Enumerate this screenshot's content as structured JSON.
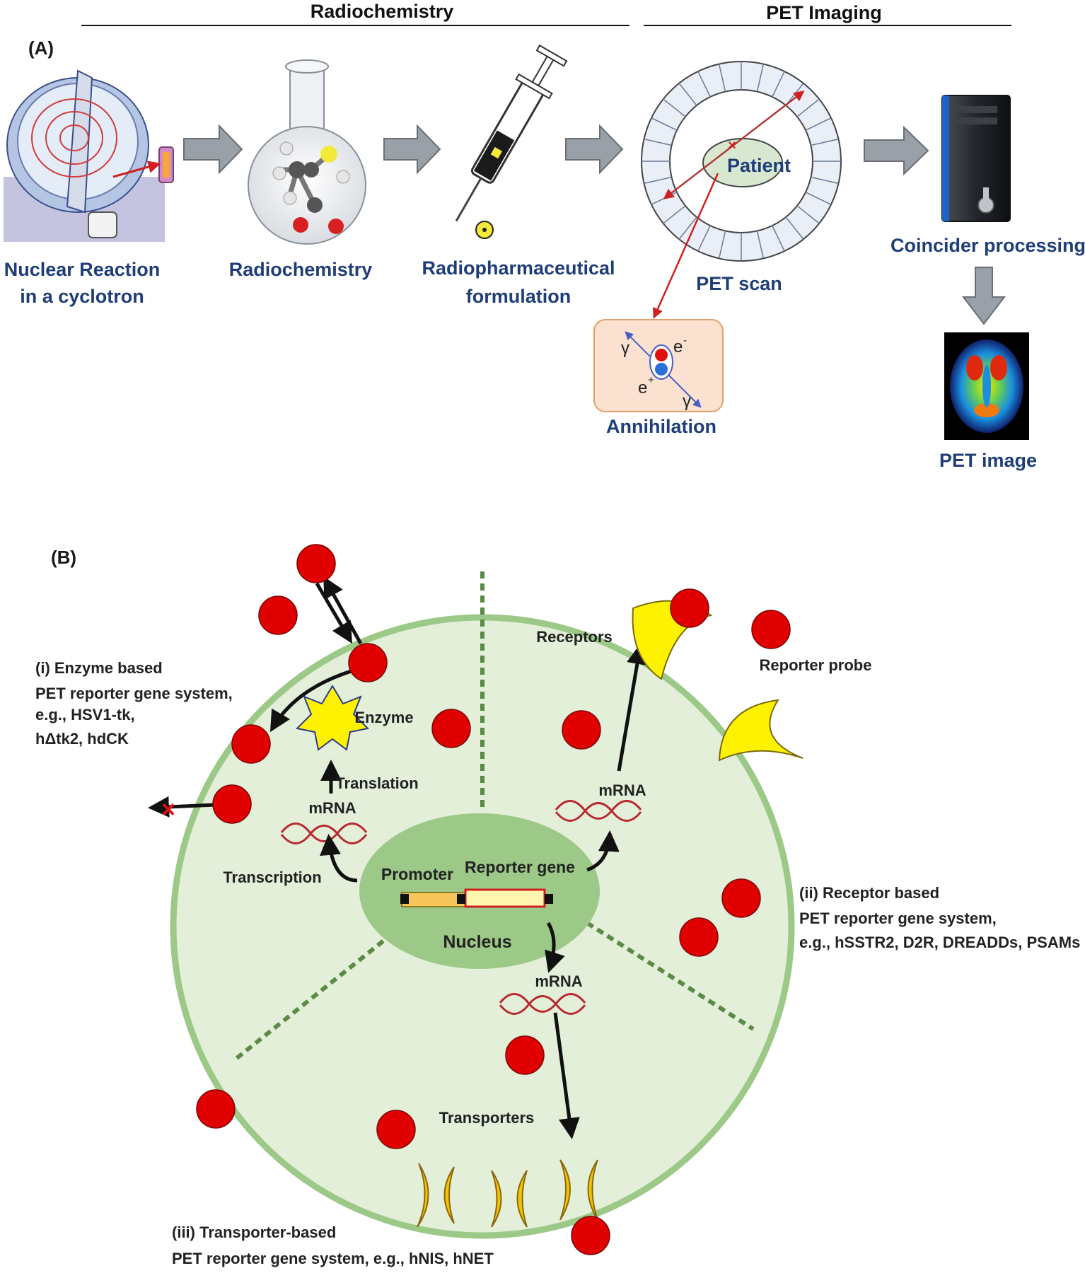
{
  "panel_a": {
    "label": "(A)",
    "header_radiochem": "Radiochemistry",
    "header_pet": "PET Imaging",
    "step1_line1": "Nuclear Reaction",
    "step1_line2": "in a cyclotron",
    "step2": "Radiochemistry",
    "step3_line1": "Radiopharmaceutical",
    "step3_line2": "formulation",
    "patient": "Patient",
    "pet_scan": "PET scan",
    "annihilation": "Annihilation",
    "gamma": "γ",
    "electron": "e",
    "electron_sup": "-",
    "positron": "e",
    "positron_sup": "+",
    "coincider": "Coincider processing",
    "pet_image": "PET image"
  },
  "panel_b": {
    "label": "(B)",
    "enzyme_title": "(i) Enzyme based",
    "enzyme_line2": "PET reporter gene system,",
    "enzyme_line3": "e.g., HSV1-tk,",
    "enzyme_line4": "hΔtk2, hdCK",
    "enzyme": "Enzyme",
    "translation": "Translation",
    "mrna": "mRNA",
    "transcription": "Transcription",
    "promoter": "Promoter",
    "reporter_gene": "Reporter gene",
    "nucleus": "Nucleus",
    "receptors": "Receptors",
    "reporter_probe": "Reporter probe",
    "receptor_title": "(ii) Receptor based",
    "receptor_line2": "PET reporter gene system,",
    "receptor_line3": "e.g., hSSTR2, D2R, DREADDs, PSAMs",
    "transporters": "Transporters",
    "transporter_title": "(iii) Transporter-based",
    "transporter_line2": "PET reporter gene system, e.g., hNIS, hNET"
  },
  "colors": {
    "label_blue": "#1f3e78",
    "cell_fill": "#e3efd8",
    "cell_border": "#9cc987",
    "nucleus_fill": "#9cc987",
    "probe_red": "#e00000",
    "receptor_yellow": "#fff200",
    "arrow_gray": "#9aa0a8"
  }
}
